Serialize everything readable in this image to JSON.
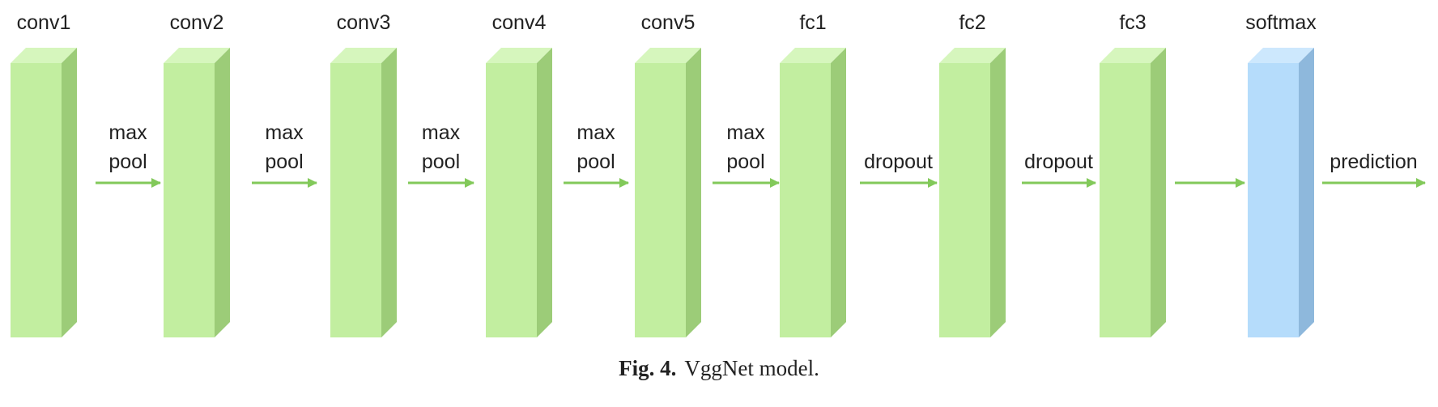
{
  "diagram": {
    "layers": [
      {
        "label": "conv1",
        "color": "green"
      },
      {
        "label": "conv2",
        "color": "green"
      },
      {
        "label": "conv3",
        "color": "green"
      },
      {
        "label": "conv4",
        "color": "green"
      },
      {
        "label": "conv5",
        "color": "green"
      },
      {
        "label": "fc1",
        "color": "green"
      },
      {
        "label": "fc2",
        "color": "green"
      },
      {
        "label": "fc3",
        "color": "green"
      },
      {
        "label": "softmax",
        "color": "blue"
      }
    ],
    "edges": [
      {
        "line1": "max",
        "line2": "pool"
      },
      {
        "line1": "max",
        "line2": "pool"
      },
      {
        "line1": "max",
        "line2": "pool"
      },
      {
        "line1": "max",
        "line2": "pool"
      },
      {
        "line1": "max",
        "line2": "pool"
      },
      {
        "line1": "",
        "line2": "dropout"
      },
      {
        "line1": "",
        "line2": "dropout"
      },
      {
        "line1": "",
        "line2": ""
      },
      {
        "line1": "",
        "line2": "prediction"
      }
    ],
    "colors": {
      "green_front": "#c2eea0",
      "green_side": "#9ccc78",
      "green_top": "#d6f6bd",
      "blue_front": "#b5dcfb",
      "blue_side": "#8eb8dc",
      "blue_top": "#cde8fd",
      "arrow": "#82c95a"
    }
  },
  "caption": {
    "number": "Fig. 4.",
    "text": "VggNet model."
  }
}
